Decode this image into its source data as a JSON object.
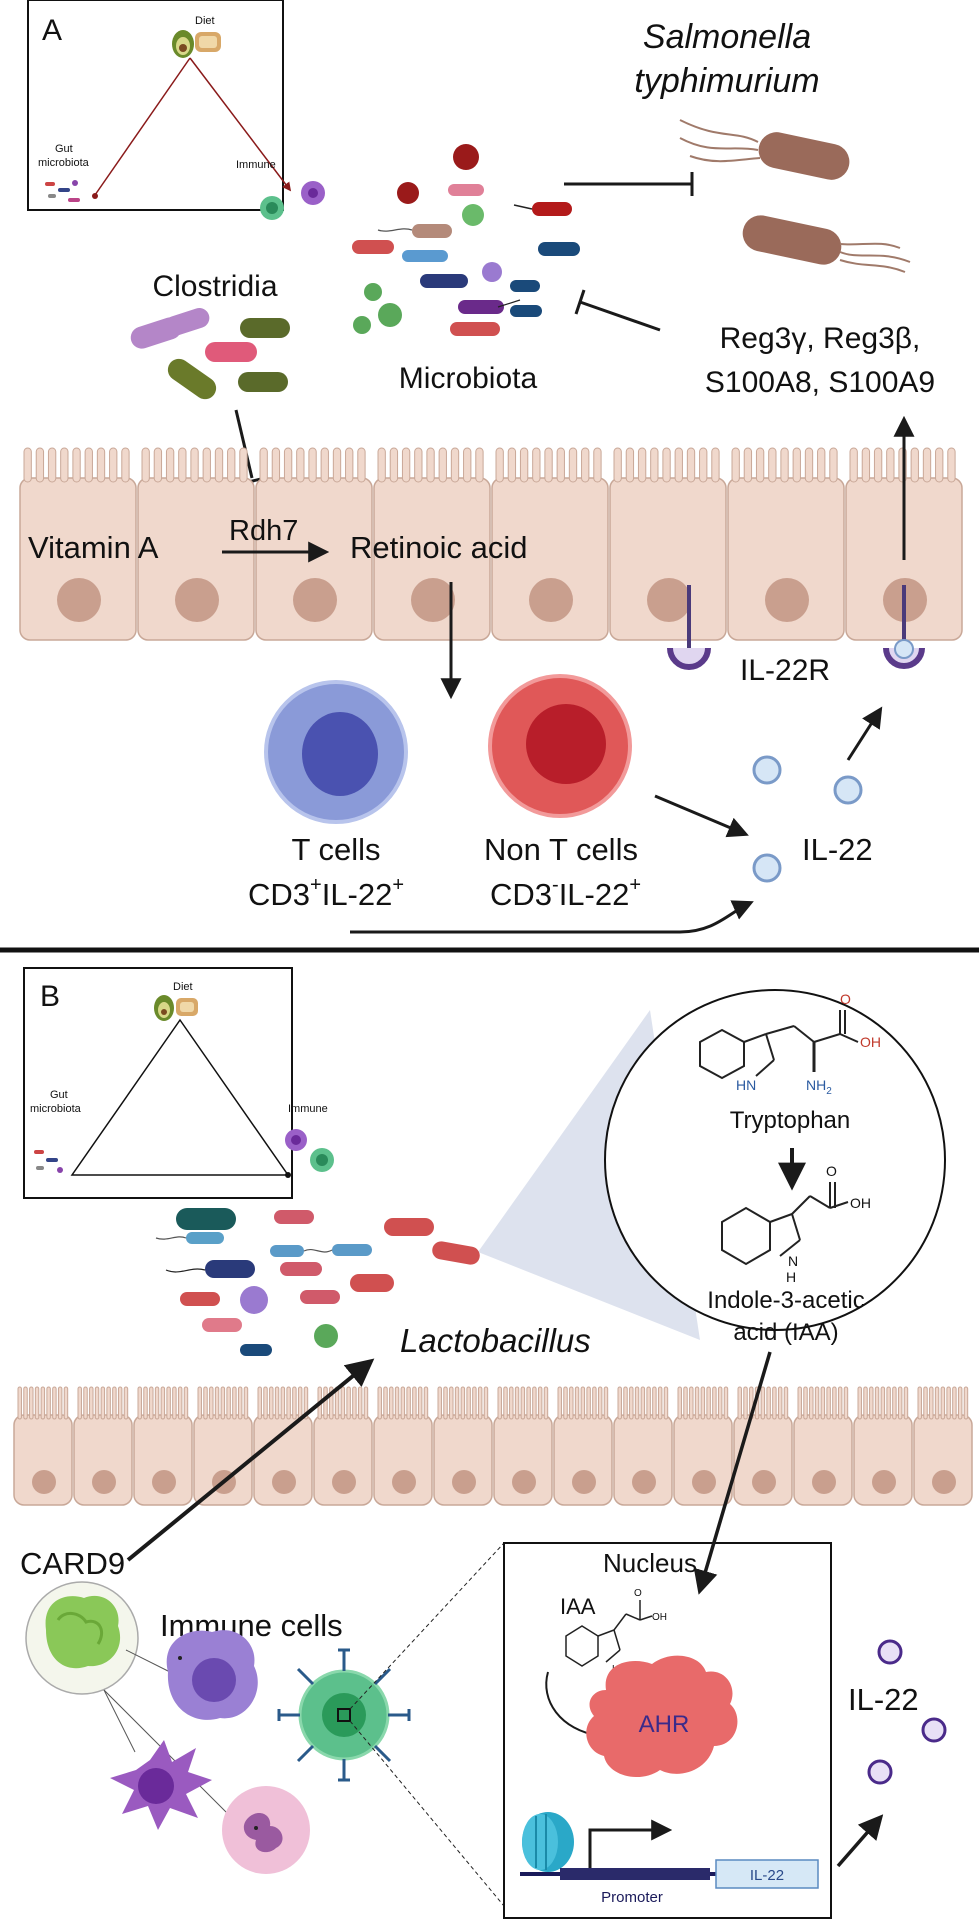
{
  "panel_a": {
    "letter": "A",
    "inset": {
      "diet": "Diet",
      "gut_line1": "Gut",
      "gut_line2": "microbiota",
      "immune": "Immune"
    },
    "pathogen_line1": "Salmonella",
    "pathogen_line2": "typhimurium",
    "clostridia": "Clostridia",
    "microbiota": "Microbiota",
    "reg_line1": "Reg3γ, Reg3β,",
    "reg_line2": "S100A8, S100A9",
    "vitamin_a": "Vitamin A",
    "rdh7": "Rdh7",
    "retinoic_acid": "Retinoic acid",
    "il22r": "IL-22R",
    "t_cells": "T cells",
    "t_cells_marker": {
      "cd3": "CD3",
      "cd3_sup": "+",
      "il22": "IL-22",
      "il22_sup": "+"
    },
    "non_t_cells": "Non T cells",
    "non_t_cells_marker": {
      "cd3": "CD3",
      "cd3_sup": "-",
      "il22": "IL-22",
      "il22_sup": "+"
    },
    "il22": "IL-22"
  },
  "panel_b": {
    "letter": "B",
    "inset": {
      "diet": "Diet",
      "gut_line1": "Gut",
      "gut_line2": "microbiota",
      "immune": "Immune"
    },
    "tryptophan": "Tryptophan",
    "iaa_line1": "Indole-3-acetic",
    "iaa_line2": "acid (IAA)",
    "chem": {
      "o": "O",
      "oh": "OH",
      "hn": "HN",
      "nh2": "NH",
      "nh2_sub": "2",
      "h": "H",
      "n": "N"
    },
    "lactobacillus": "Lactobacillus",
    "card9": "CARD9",
    "immune_cells": "Immune cells",
    "nucleus": "Nucleus",
    "iaa": "IAA",
    "ahr": "AHR",
    "promoter": "Promoter",
    "il22_gene": "IL-22",
    "il22": "IL-22"
  },
  "colors": {
    "epithelium": "#f0d8cc",
    "nucleus": "#c99f8e",
    "t_cell": "#8a9ad8",
    "non_t_cell": "#e05858",
    "il22_bead": "#d6e6f6",
    "arrow": "#1a1a1a",
    "ahr": "#e86a6a"
  }
}
